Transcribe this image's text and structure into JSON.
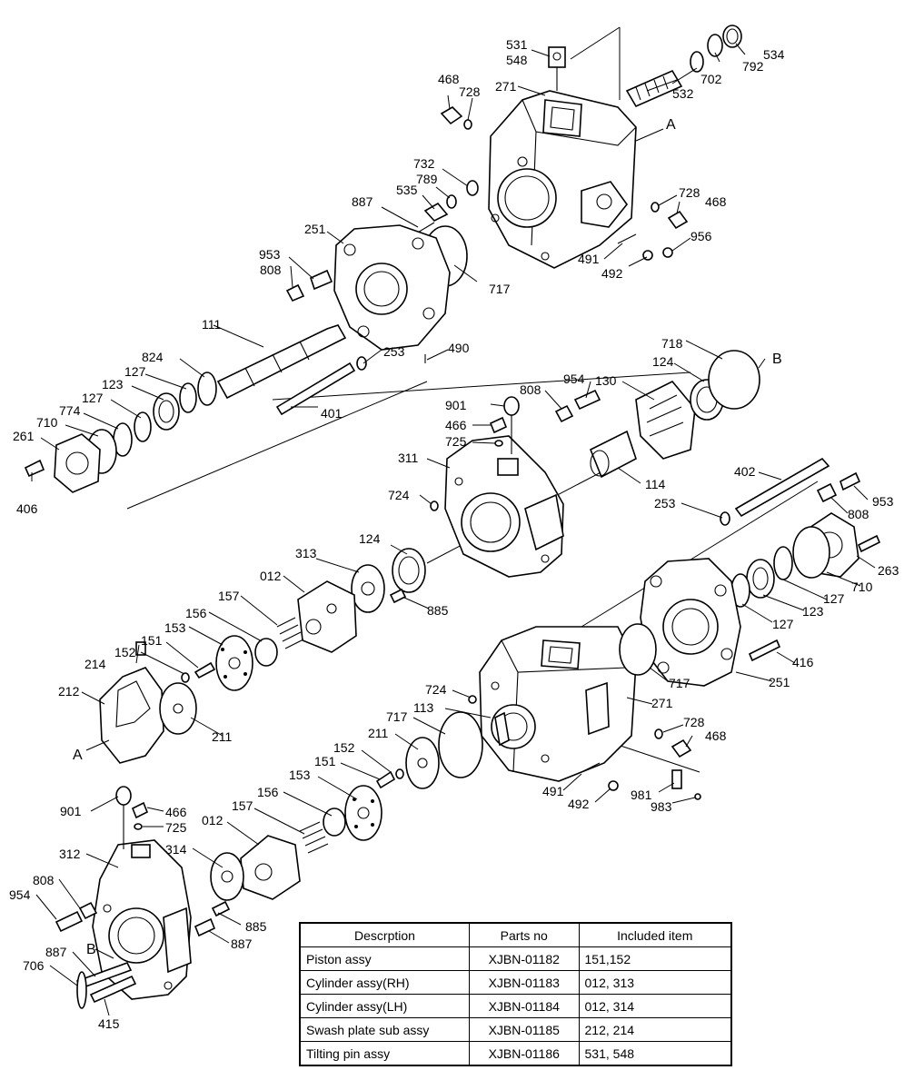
{
  "labels": [
    "531",
    "548",
    "534",
    "792",
    "702",
    "532",
    "271",
    "468",
    "728",
    "A",
    "732",
    "789",
    "535",
    "887",
    "728",
    "468",
    "956",
    "251",
    "953",
    "808",
    "491",
    "492",
    "717",
    "111",
    "490",
    "253",
    "824",
    "127",
    "123",
    "127",
    "774",
    "710",
    "261",
    "406",
    "401",
    "718",
    "B",
    "954",
    "124",
    "130",
    "901",
    "808",
    "466",
    "725",
    "311",
    "114",
    "724",
    "402",
    "253",
    "953",
    "808",
    "263",
    "710",
    "124",
    "313",
    "012",
    "885",
    "127",
    "123",
    "127",
    "157",
    "156",
    "153",
    "151",
    "152",
    "214",
    "212",
    "211",
    "A",
    "416",
    "251",
    "717",
    "271",
    "724",
    "113",
    "717",
    "211",
    "728",
    "468",
    "152",
    "151",
    "153",
    "156",
    "157",
    "012",
    "491",
    "492",
    "981",
    "983",
    "901",
    "466",
    "725",
    "312",
    "314",
    "808",
    "954",
    "885",
    "887",
    "B",
    "887",
    "706",
    "415"
  ],
  "table": {
    "headers": [
      "Descrption",
      "Parts no",
      "Included item"
    ],
    "rows": [
      [
        "Piston  assy",
        "XJBN-01182",
        "151,152"
      ],
      [
        "Cylinder  assy(RH)",
        "XJBN-01183",
        "012, 313"
      ],
      [
        "Cylinder  assy(LH)",
        "XJBN-01184",
        "012, 314"
      ],
      [
        "Swash plate sub assy",
        "XJBN-01185",
        "212, 214"
      ],
      [
        "Tilting pin assy",
        "XJBN-01186",
        "531, 548"
      ]
    ]
  }
}
